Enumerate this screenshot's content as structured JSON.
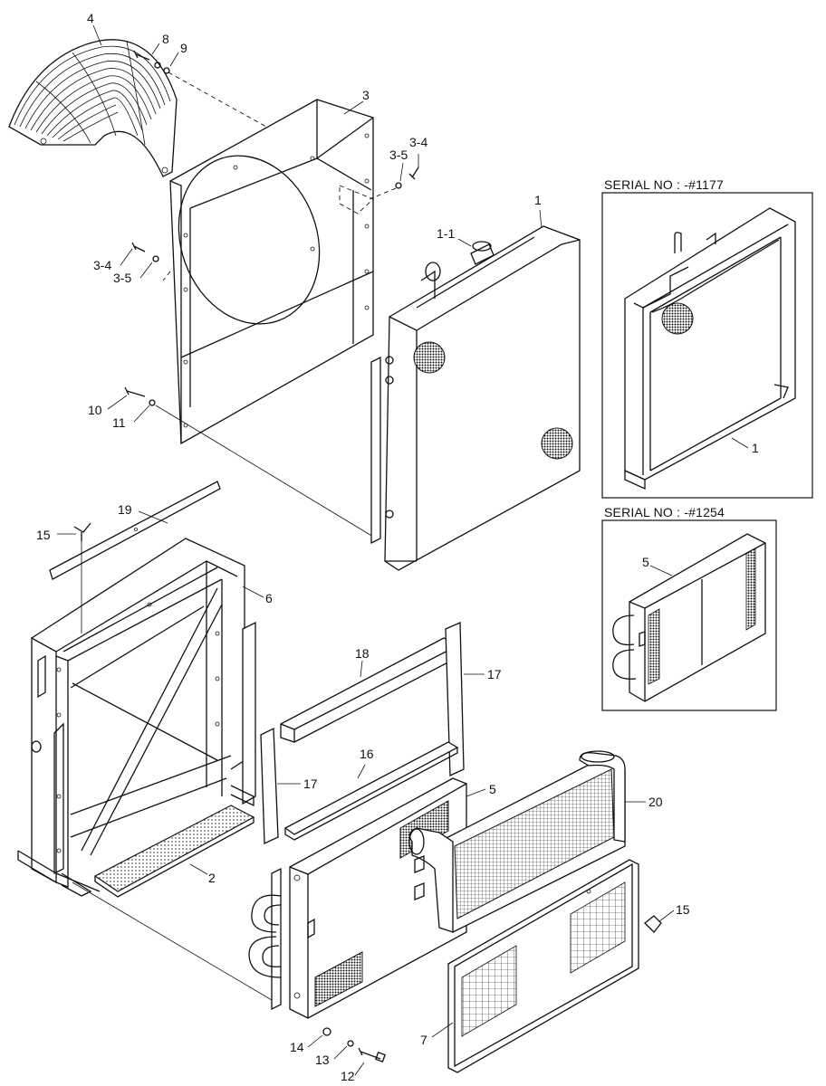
{
  "callouts": {
    "p1": "1",
    "p1_1": "1-1",
    "p2": "2",
    "p3": "3",
    "p3_4a": "3-4",
    "p3_5a": "3-5",
    "p3_4b": "3-4",
    "p3_5b": "3-5",
    "p4": "4",
    "p5": "5",
    "p6": "6",
    "p7": "7",
    "p8": "8",
    "p9": "9",
    "p10": "10",
    "p11": "11",
    "p12": "12",
    "p13": "13",
    "p14": "14",
    "p15a": "15",
    "p15b": "15",
    "p16": "16",
    "p17a": "17",
    "p17b": "17",
    "p18": "18",
    "p19": "19",
    "p20": "20",
    "inset1_part": "1",
    "inset2_part": "5"
  },
  "insets": {
    "serial_1": "SERIAL NO : -#1177",
    "serial_2": "SERIAL NO : -#1254"
  }
}
